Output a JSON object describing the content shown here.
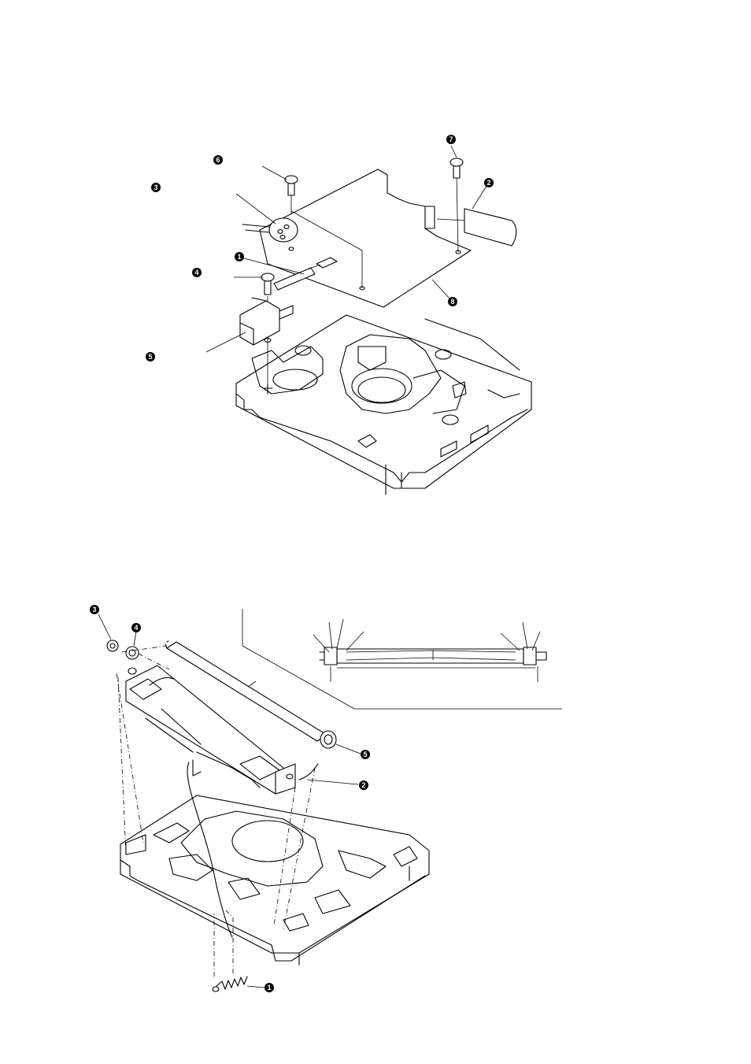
{
  "diagram1": {
    "callouts": [
      "6",
      "3",
      "7",
      "2",
      "1",
      "4",
      "8",
      "5"
    ]
  },
  "diagram2": {
    "callouts": [
      "3",
      "4",
      "5",
      "2",
      "1"
    ]
  }
}
